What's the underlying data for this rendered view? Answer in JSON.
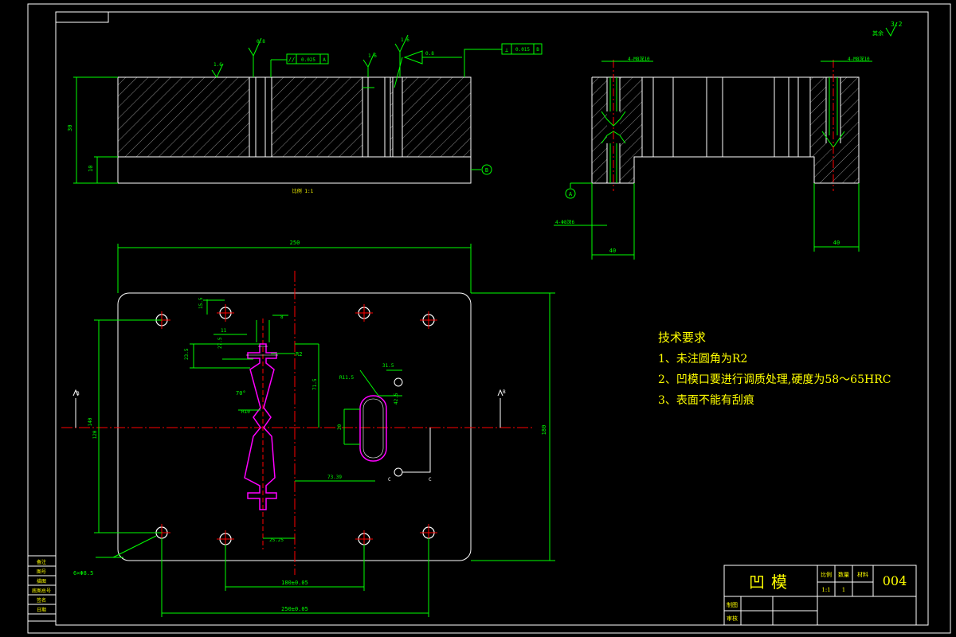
{
  "roughness_top": "3.2",
  "roughness_top_note": "其余",
  "datum_b": "B",
  "datum_a": "A",
  "section_marks": {
    "left": "B",
    "right": "B",
    "c1": "C",
    "c2": "C"
  },
  "tolerance_frames": {
    "parallel": {
      "symbol": "//",
      "value": "0.025",
      "datum": "A"
    },
    "perpendicular": {
      "symbol": "⊥",
      "value": "0.015",
      "datum": "B"
    }
  },
  "roughness_marks": [
    "1.6",
    "0.8",
    "1.6",
    "1.6",
    "0.8"
  ],
  "top_view_dims": {
    "height_total": "30",
    "height_small": "10",
    "scale_note": "比例 1:1"
  },
  "section_dims": {
    "hole_top_left": "4-M8深10",
    "hole_top_right": "4-M8深10",
    "hole_bottom": "4-Φ8深6",
    "width_left": "40",
    "width_right": "40"
  },
  "plan_dims": {
    "width_total": "250",
    "height_total": "180",
    "height_inner": "140",
    "height_inner2": "120",
    "hole_pitch_x1": "180±0.05",
    "hole_pitch_x2": "250±0.05",
    "hole_note": "6×Φ8.5",
    "radius_r2": "R2",
    "radius_r10": "R10",
    "radius_r11": "R11.5",
    "angle": "70°",
    "slot_w": "31.5",
    "slot_h": "42.5",
    "offset_a": "73.39",
    "offset_b": "25.25",
    "dim_1": "11",
    "dim_2": "15.5",
    "dim_3": "23.5",
    "dim_4": "27.5",
    "dim_5": "71.5",
    "dim_6": "30",
    "dim_7": "8"
  },
  "tech_req": {
    "title": "技术要求",
    "items": [
      "1、未注圆角为R2",
      "2、凹模口要进行调质处理,硬度为58～65HRC",
      "3、表面不能有刮痕"
    ]
  },
  "title_block": {
    "part_name": "凹模",
    "scale_label": "比例",
    "qty_label": "数量",
    "material_label": "材料",
    "scale_value": "1:1",
    "qty_value": "1",
    "drawing_no": "004",
    "drawn_label": "制图",
    "check_label": "审核"
  },
  "side_strip": [
    "备注",
    "图号",
    "描图",
    "底图总号",
    "签名",
    "日期"
  ],
  "colors": {
    "outline": "#ffffff",
    "dimension": "#00ff00",
    "centerline": "#ff0000",
    "cavity": "#ff00ff",
    "hatch": "#808080",
    "text": "#ffff00"
  }
}
